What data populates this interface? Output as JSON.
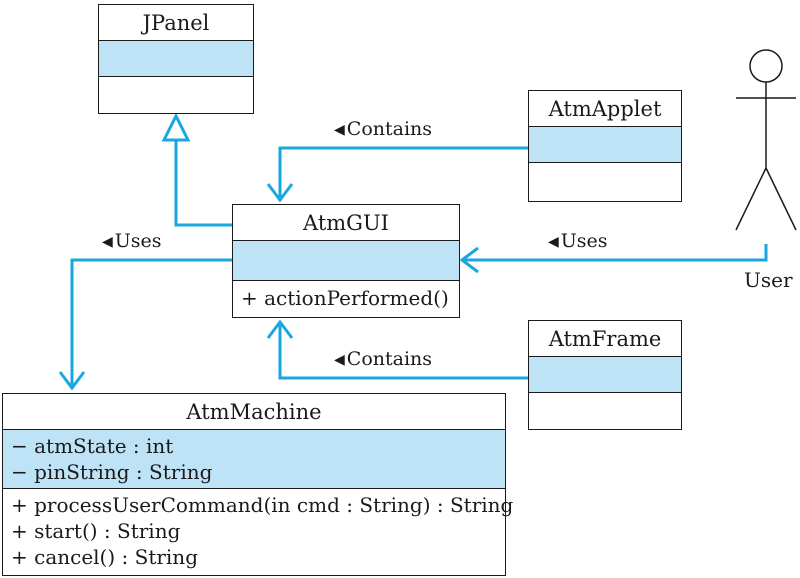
{
  "classes": {
    "jpanel": {
      "name": "JPanel"
    },
    "atmapplet": {
      "name": "AtmApplet"
    },
    "atmgui": {
      "name": "AtmGUI",
      "ops": [
        "+  actionPerformed()"
      ]
    },
    "atmframe": {
      "name": "AtmFrame"
    },
    "atmmachine": {
      "name": "AtmMachine",
      "attrs": [
        "−  atmState : int",
        "−  pinString : String"
      ],
      "ops": [
        "+  processUserCommand(in cmd : String) : String",
        "+  start() : String",
        "+  cancel() : String"
      ]
    }
  },
  "actor": {
    "name": "User"
  },
  "labels": {
    "applet_contains": "Contains",
    "frame_contains": "Contains",
    "uses_machine": "Uses",
    "uses_user": "Uses"
  },
  "colors": {
    "connector": "#1aa7e0",
    "fill": "#bfe3f6",
    "stroke": "#1a1a1a"
  }
}
